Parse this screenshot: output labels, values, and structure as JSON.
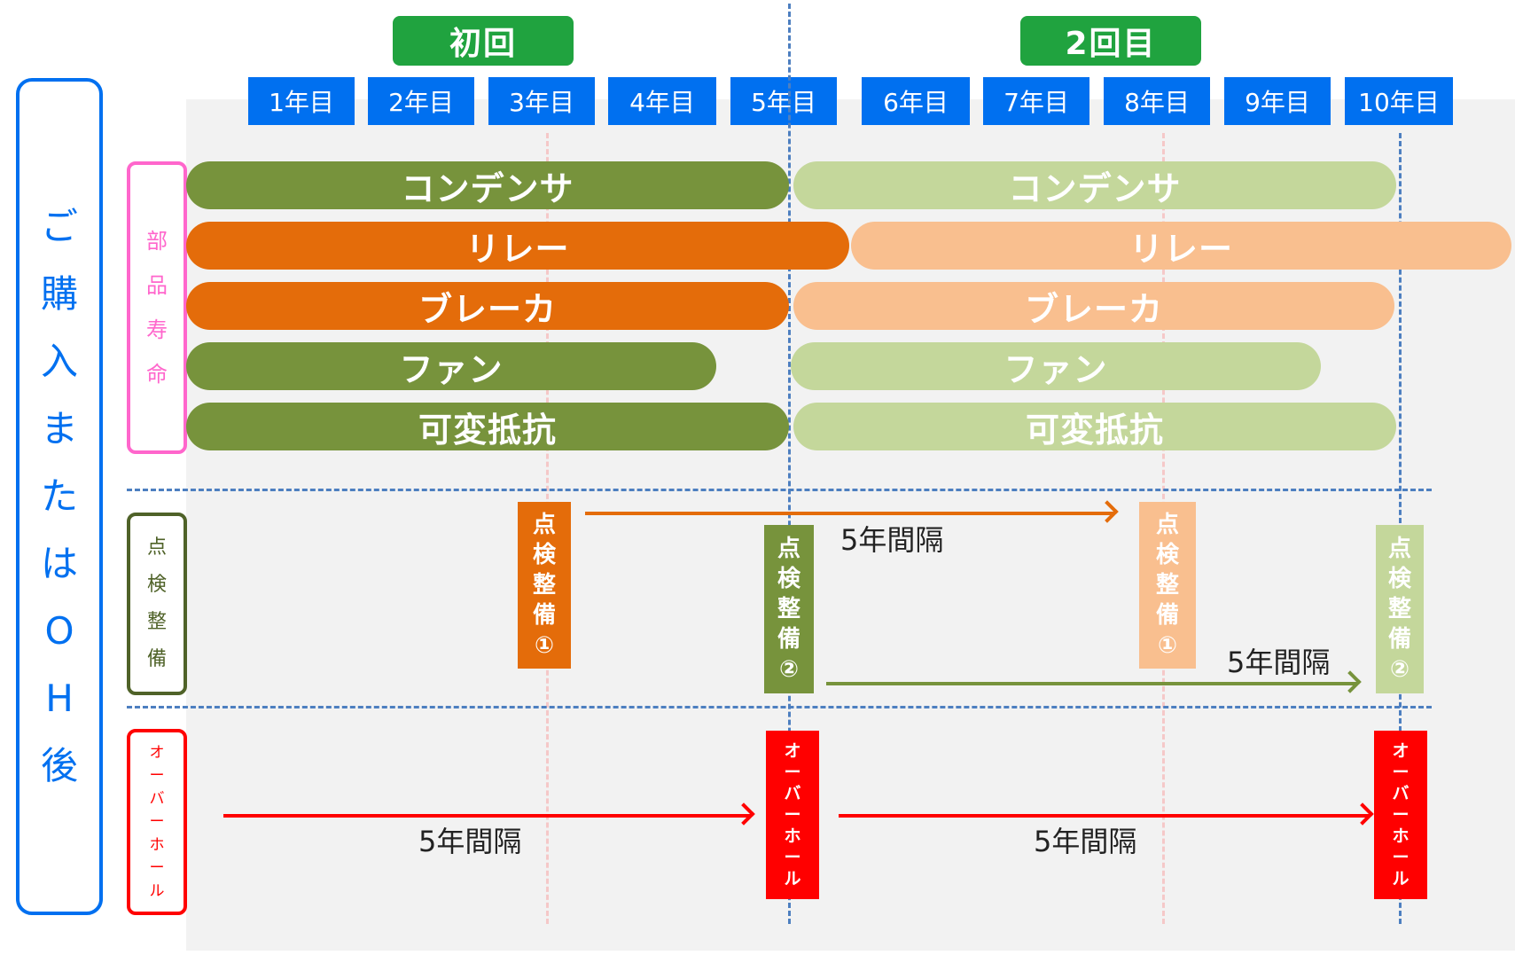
{
  "phases": {
    "first": "初回",
    "second": "2回目"
  },
  "years": [
    "1年目",
    "2年目",
    "3年目",
    "4年目",
    "5年目",
    "6年目",
    "7年目",
    "8年目",
    "9年目",
    "10年目"
  ],
  "left_label": [
    "ご",
    "購",
    "入",
    "ま",
    "た",
    "は",
    "O",
    "H",
    "後"
  ],
  "section_labels": {
    "parts_life": [
      "部",
      "品",
      "寿",
      "命"
    ],
    "inspection": [
      "点",
      "検",
      "整",
      "備"
    ],
    "overhaul": [
      "オ",
      "ー",
      "バ",
      "ー",
      "ホ",
      "ー",
      "ル"
    ]
  },
  "parts": {
    "capacitor": "コンデンサ",
    "relay": "リレー",
    "breaker": "ブレーカ",
    "fan": "ファン",
    "resistor": "可変抵抗"
  },
  "inspection_boxes": {
    "one": [
      "点",
      "検",
      "整",
      "備",
      "①"
    ],
    "two": [
      "点",
      "検",
      "整",
      "備",
      "②"
    ]
  },
  "interval_label": "5年間隔",
  "colors": {
    "green_dark": "#77933c",
    "green_light": "#c4d79b",
    "orange_dark": "#e46c0a",
    "orange_light": "#f9bf8f",
    "red": "#ff0000",
    "blue": "#0070f0",
    "phase_green": "#20a33f",
    "pink": "#ff66cc"
  }
}
